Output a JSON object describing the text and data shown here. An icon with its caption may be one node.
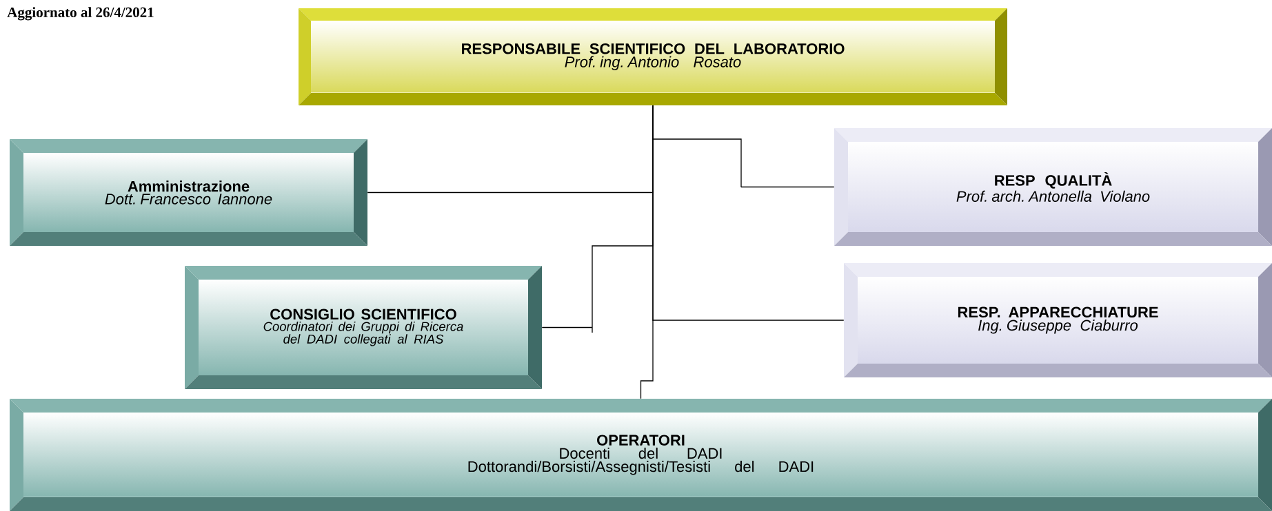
{
  "diagram": {
    "nodes": [
      {
        "text": [
          "RESPONSABILE SCIENTIFICO DEL LABORATORIO",
          "Prof. ing. Antonio Rosato"
        ]
      },
      {
        "text": [
          "Amministrazione",
          "Dott. Francesco Iannone"
        ]
      },
      {
        "text": [
          "RESP QUALITÀ",
          "Prof. arch. Antonella Violano"
        ]
      },
      {
        "text": [
          "CONSIGLIO SCIENTIFICO",
          "Coordinatori dei Gruppi di Ricerca del DADI collegati al RIAS"
        ]
      },
      {
        "text": [
          "RESP. APPARECCHIATURE",
          "Ing. Giuseppe Ciaburro"
        ]
      },
      {
        "text": [
          "OPERATORI",
          "Docenti del DADI",
          "Dottorandi/Borsisti/Assegnisti/Tesisti del DADI"
        ]
      }
    ],
    "edges": [
      {
        "from": 0,
        "to": 1,
        "arrow": "none"
      },
      {
        "from": 0,
        "to": 2,
        "arrow": "none"
      },
      {
        "from": 0,
        "to": 3,
        "arrow": "none"
      },
      {
        "from": 0,
        "to": 4,
        "arrow": "none"
      },
      {
        "from": 0,
        "to": 5,
        "arrow": "none"
      }
    ],
    "labels": [
      "Aggiornato al 26/4/2021"
    ]
  }
}
